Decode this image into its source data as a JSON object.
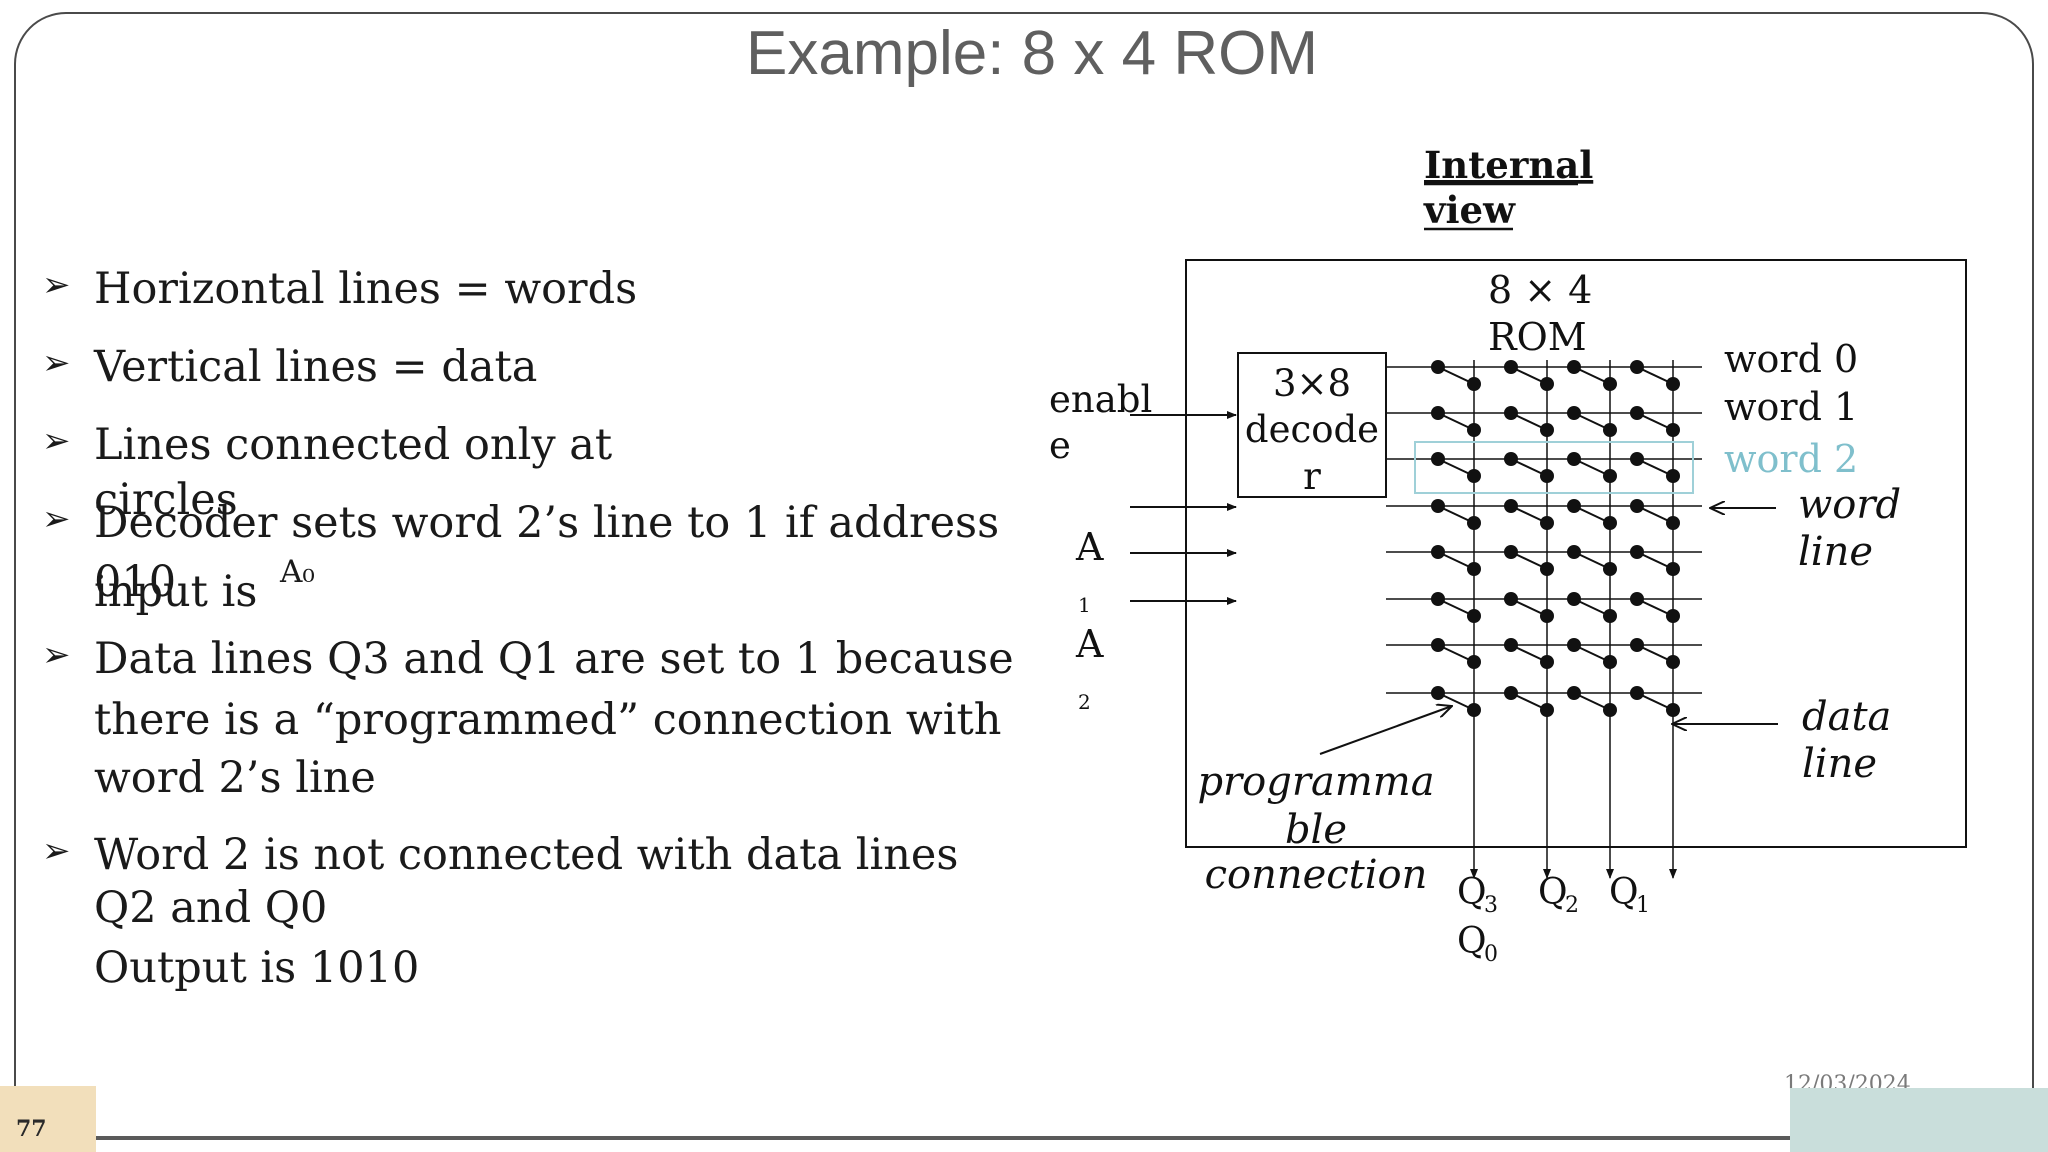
{
  "title": "Example: 8 x 4 ROM",
  "bullets": [
    "Horizontal lines = words",
    "Vertical lines = data",
    "Lines connected only at",
    "Decoder sets word 2’s line to 1 if address",
    "Data lines Q3 and Q1 are set to 1 because",
    "Word 2 is not connected with data lines"
  ],
  "bullet_continuations": {
    "circles": "circles",
    "addr_010": "010",
    "input_is": "input is",
    "a0": "A₀",
    "there_is": "there is a  “programmed” connection with",
    "word2_line": "word 2’s line",
    "q2_q0": "Q2 and Q0",
    "output": "Output is 1010"
  },
  "diagram": {
    "heading_line1": "Internal",
    "heading_line2": "view",
    "rom_line1": "8 × 4",
    "rom_line2": "ROM",
    "decoder_line1": "3×8",
    "decoder_line2": "decode",
    "decoder_line3": "r",
    "enable_line1": "enabl",
    "enable_line2": "e",
    "addr_a1": "A",
    "addr_a1_sub": "1",
    "addr_a2": "A",
    "addr_a2_sub": "2",
    "words": [
      "word 0",
      "word 1",
      "word 2"
    ],
    "word_line_1": "word",
    "word_line_2": "line",
    "data_line_1": "data",
    "data_line_2": "line",
    "prog_1": "programma",
    "prog_2": "ble",
    "prog_3": "connection",
    "outputs": [
      "Q",
      "Q",
      "Q",
      "Q"
    ],
    "output_subs": [
      "3",
      "2",
      "1",
      "0"
    ],
    "highlight_color": "#7fbfcc"
  },
  "footer": {
    "page_number": "77",
    "date": "12/03/2024"
  }
}
